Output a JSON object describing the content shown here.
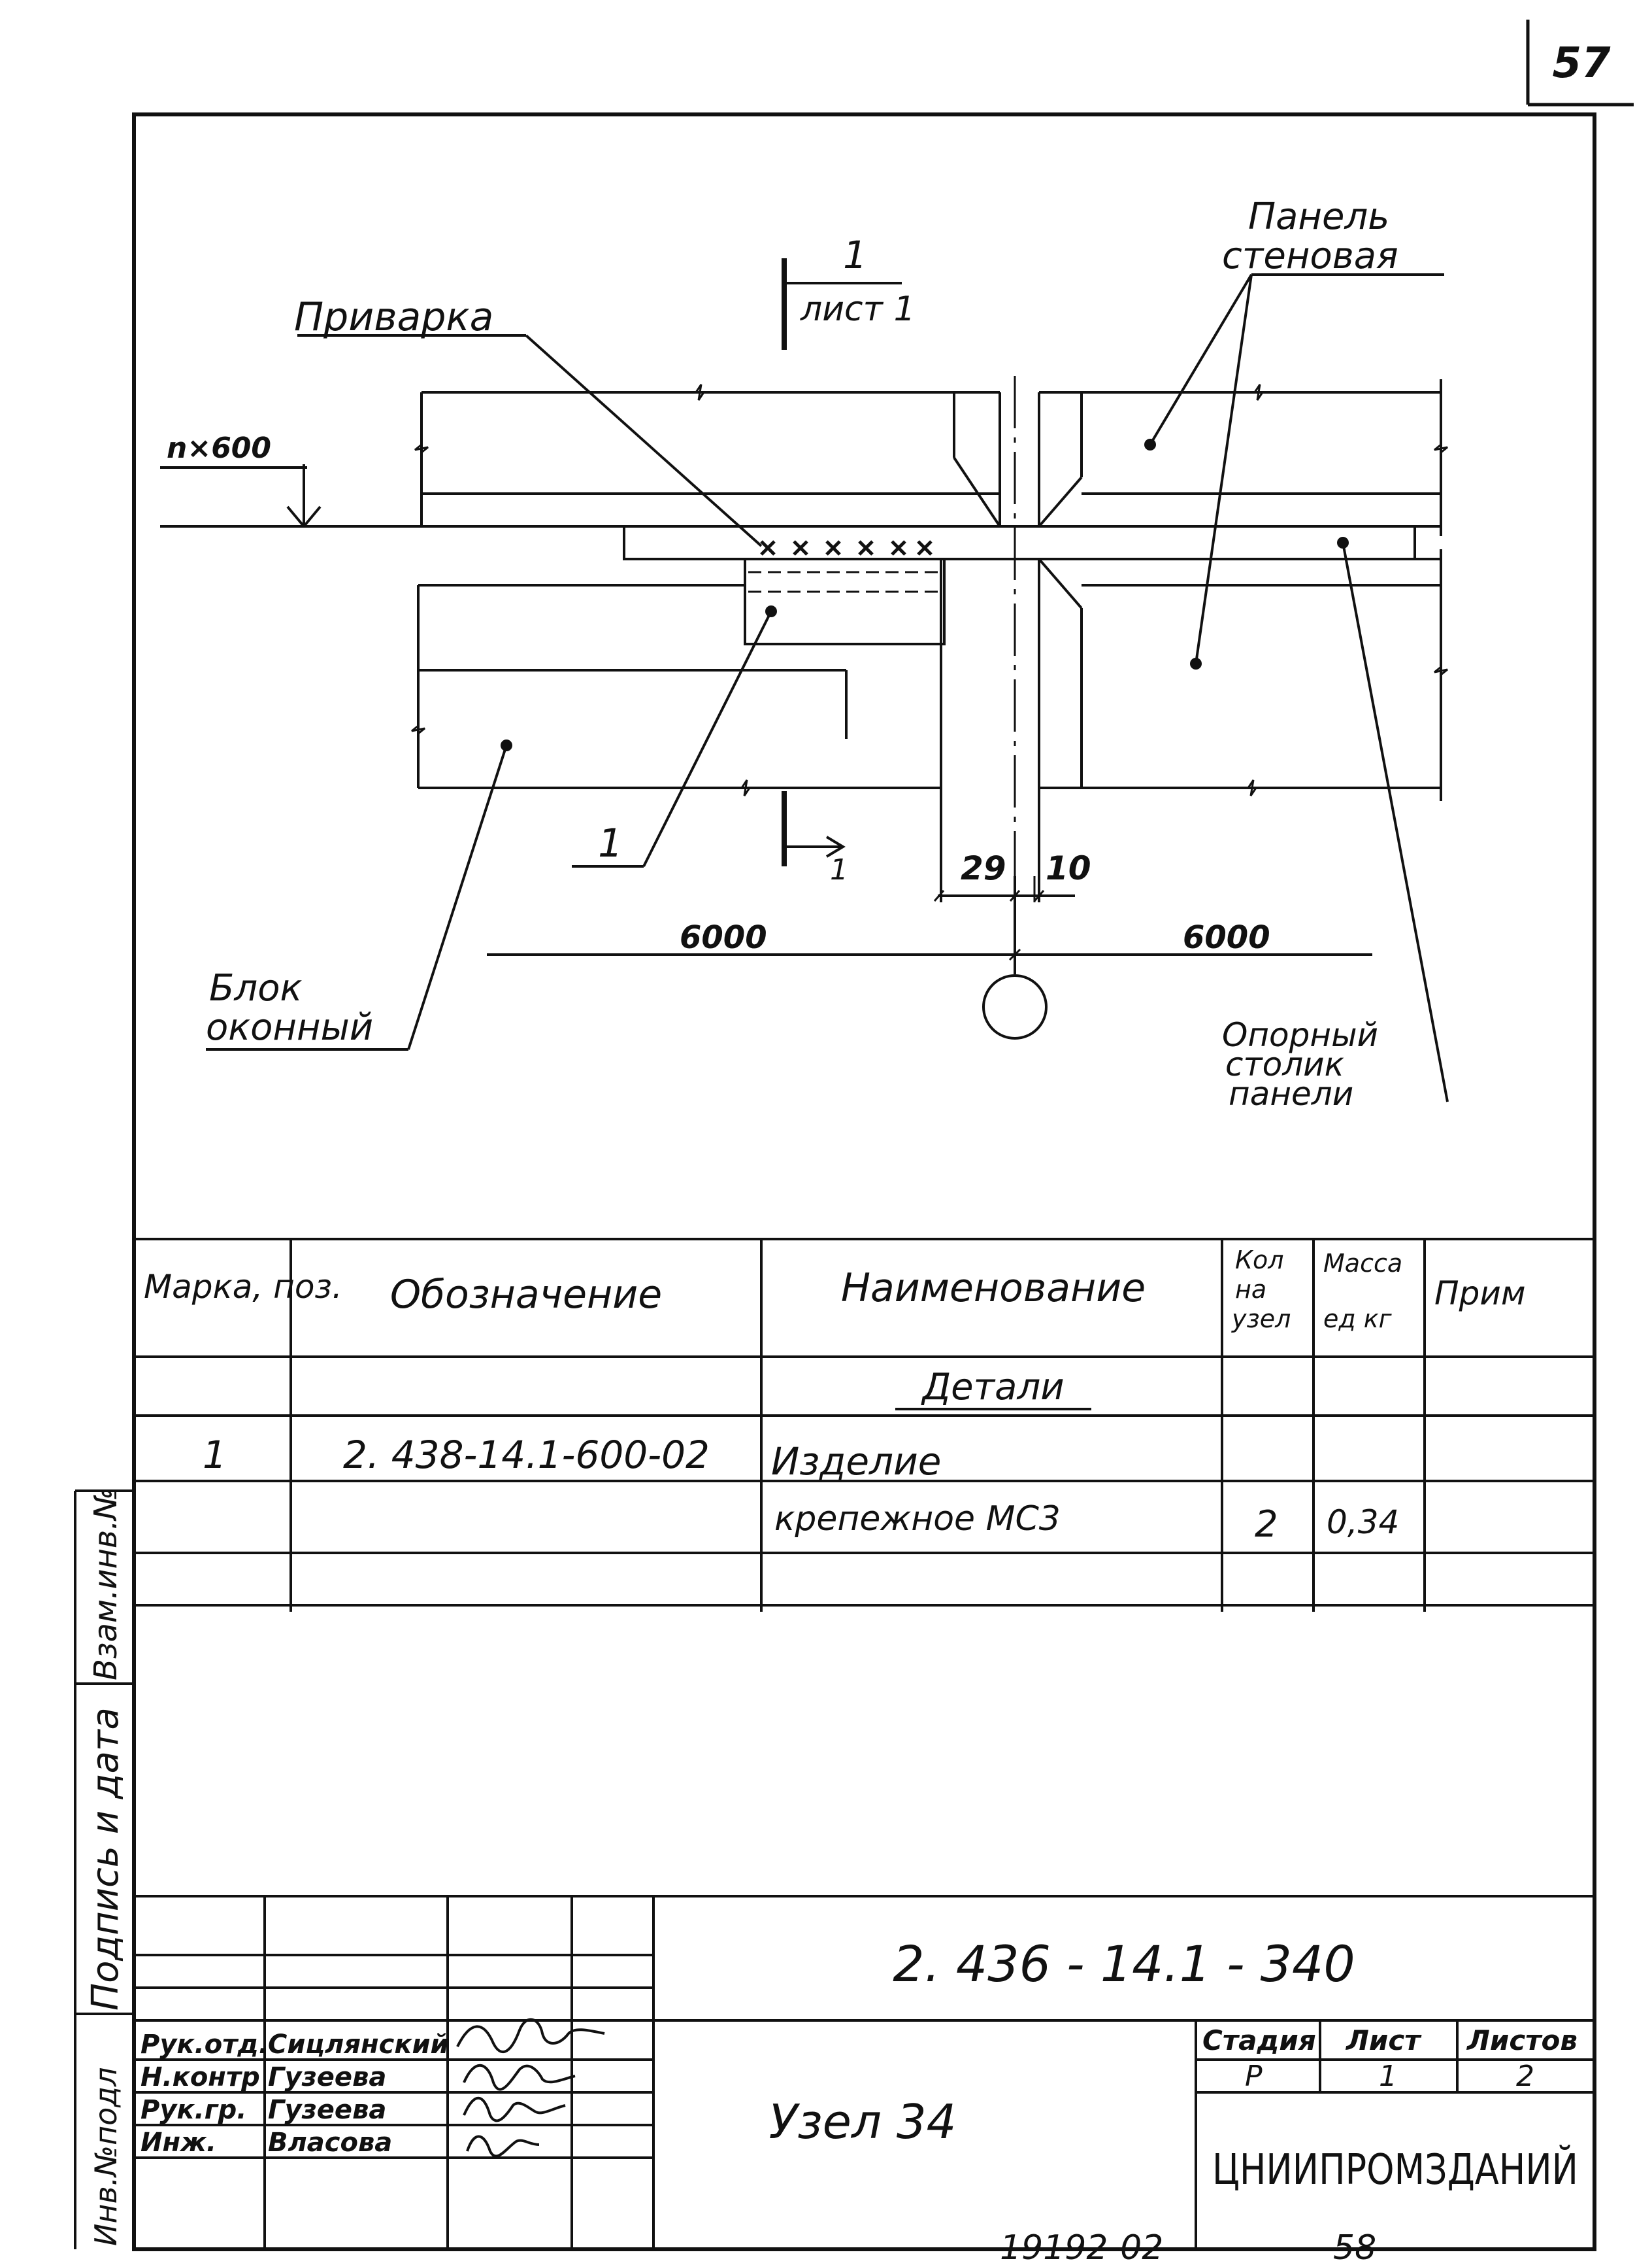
{
  "page_number": "57",
  "drawing": {
    "section_mark_top_number": "1",
    "section_mark_top_sheet": "лист 1",
    "section_mark_bottom_number": "1",
    "label_welding": "Приварка",
    "label_panel_line1": "Панель",
    "label_panel_line2": "стеновая",
    "label_level": "n×600",
    "label_position_1": "1",
    "label_window_block_line1": "Блок",
    "label_window_block_line2": "оконный",
    "label_support_line1": "Опорный",
    "label_support_line2": "столик",
    "label_support_line3": "панели",
    "dim_29": "29",
    "dim_10": "10",
    "dim_left_6000": "6000",
    "dim_right_6000": "6000"
  },
  "spec_table": {
    "headers": {
      "mark": "Марка, поз.",
      "designation": "Обозначение",
      "name": "Наименование",
      "qty_line1": "Кол",
      "qty_line2": "на",
      "qty_line3": "узел",
      "mass_line1": "Масса",
      "mass_line2": "ед кг",
      "note": "Прим"
    },
    "section_title": "Детали",
    "rows": [
      {
        "mark": "1",
        "designation": "2. 438-14.1-600-02",
        "name": "Изделие",
        "qty": "",
        "mass": ""
      },
      {
        "mark": "",
        "designation": "",
        "name": "крепежное  МС3",
        "qty": "2",
        "mass": "0,34"
      }
    ]
  },
  "side_stamp": {
    "inv_orig": "Инв.№подл",
    "sign_date": "Подпись и дата",
    "replace_inv": "Взам.инв.№"
  },
  "title_block": {
    "doc_code": "2. 436 - 14.1 - 340",
    "title": "Узел 34",
    "org": "ЦНИИПРОМЗДАНИЙ",
    "stage_label": "Стадия",
    "sheet_label": "Лист",
    "sheets_label": "Листов",
    "stage": "Р",
    "sheet": "1",
    "sheets": "2",
    "staff": [
      {
        "role": "Рук.отд.",
        "name": "Сицлянский"
      },
      {
        "role": "Н.контр",
        "name": "Гузеева"
      },
      {
        "role": "Рук.гр.",
        "name": "Гузеева"
      },
      {
        "role": "Инж.",
        "name": "Власова"
      }
    ]
  },
  "footer": {
    "archive_code": "19192-02",
    "archive_page": "58"
  }
}
